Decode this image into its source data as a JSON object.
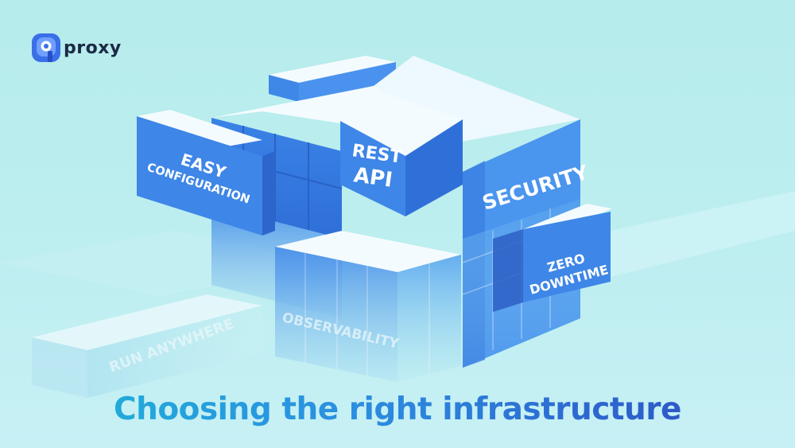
{
  "brand": {
    "name": "proxy"
  },
  "labels": {
    "easy": "EASY",
    "configuration": "CONFIGURATION",
    "rest": "REST",
    "api": "API",
    "security": "SECURITY",
    "zero": "ZERO",
    "downtime": "DOWNTIME",
    "observability": "OBSERVABILITY",
    "run_anywhere": "RUN ANYWHERE"
  },
  "headline": "Choosing the right infrastructure",
  "colors": {
    "background": "#b8edee",
    "block_face": "#3d86e6",
    "block_top": "#f4fbff",
    "headline_start": "#1fb6d8",
    "headline_end": "#2f46c0"
  }
}
